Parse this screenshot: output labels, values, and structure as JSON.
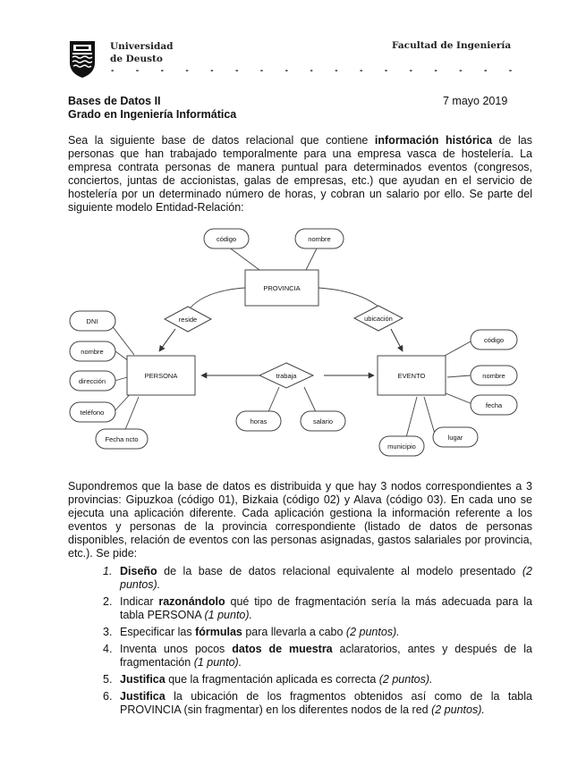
{
  "header": {
    "university_line1": "Universidad",
    "university_line2": "de Deusto",
    "faculty": "Facultad de Ingeniería",
    "course_title": "Bases de Datos II",
    "degree": "Grado en Ingeniería Informática",
    "date": "7 mayo 2019"
  },
  "intro": {
    "t1": "Sea la siguiente base de datos relacional que contiene ",
    "bold1": "información histórica",
    "t2": " de las personas que han trabajado temporalmente para una empresa vasca de hostelería. La empresa contrata personas de manera puntual para determinados eventos (congresos, conciertos, juntas de accionistas, galas de empresas, etc.) que ayudan en el servicio de hostelería por un determinado número de horas, y cobran un salario por ello. Se parte del siguiente modelo Entidad-Relación:"
  },
  "diagram": {
    "entities": {
      "provincia": "PROVINCIA",
      "persona": "PERSONA",
      "evento": "EVENTO"
    },
    "relations": {
      "reside": "reside",
      "ubicacion": "ubicación",
      "trabaja": "trabaja"
    },
    "attributes": {
      "prov_codigo": "código",
      "prov_nombre": "nombre",
      "dni": "DNI",
      "per_nombre": "nombre",
      "direccion": "dirección",
      "telefono": "teléfono",
      "fecha_ncto": "Fecha ncto",
      "horas": "horas",
      "salario": "salario",
      "ev_codigo": "código",
      "ev_nombre": "nombre",
      "fecha": "fecha",
      "lugar": "lugar",
      "municipio": "municipio"
    }
  },
  "context": {
    "text": "Supondremos que la base de datos es distribuida y que hay 3 nodos correspondientes a 3 provincias: Gipuzkoa (código 01), Bizkaia (código 02) y Alava (código 03). En cada uno se ejecuta una aplicación diferente. Cada aplicación gestiona la información referente a los eventos y personas de la provincia correspondiente (listado de datos de personas disponibles, relación de eventos con las personas asignadas, gastos salariales por provincia, etc.).  Se pide:"
  },
  "questions": [
    {
      "num": "1.",
      "bold": "Diseño",
      "text": " de la base de datos relacional equivalente al modelo presentado ",
      "points": "(2 puntos)."
    },
    {
      "num": "2.",
      "pre": "Indicar ",
      "bold": "razonándolo",
      "text": " qué tipo de fragmentación sería la más adecuada para la tabla PERSONA ",
      "points": "(1 punto)."
    },
    {
      "num": "3.",
      "pre": "Especificar las ",
      "bold": "fórmulas",
      "text": " para llevarla a cabo ",
      "points": "(2 puntos)."
    },
    {
      "num": "4.",
      "pre": "Inventa unos pocos ",
      "bold": "datos de muestra",
      "text": " aclaratorios, antes y después de la fragmentación ",
      "points": "(1 punto)."
    },
    {
      "num": "5.",
      "bold": "Justifica",
      "text": " que la fragmentación aplicada es correcta ",
      "points": "(2 puntos)."
    },
    {
      "num": "6.",
      "bold": "Justifica",
      "text": " la ubicación de los fragmentos obtenidos así como de la tabla PROVINCIA (sin fragmentar) en los diferentes nodos de la red ",
      "points": "(2 puntos)."
    }
  ]
}
